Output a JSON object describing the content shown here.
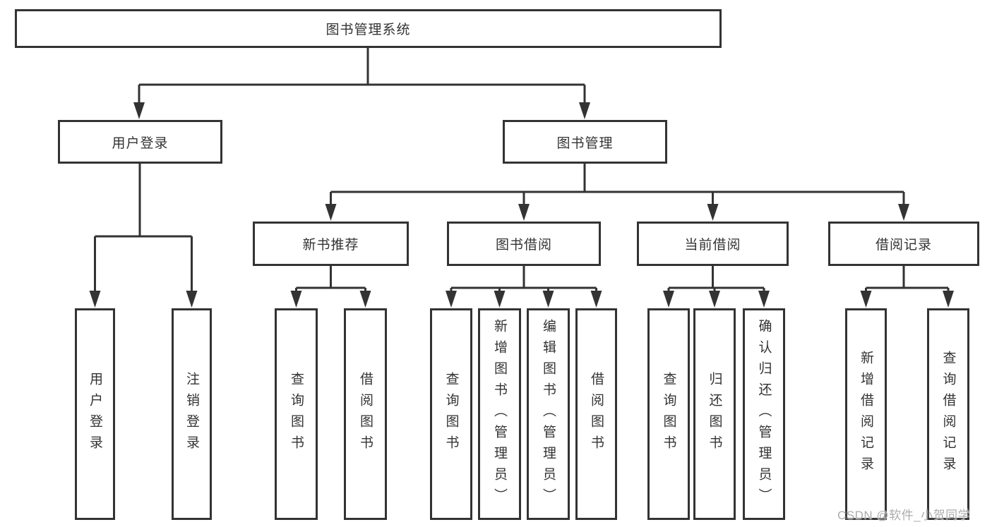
{
  "tree": {
    "root": {
      "label": "图书管理系统",
      "children": [
        {
          "label": "用户登录",
          "children": [
            {
              "label": "用户登录"
            },
            {
              "label": "注销登录"
            }
          ]
        },
        {
          "label": "图书管理",
          "children": [
            {
              "label": "新书推荐",
              "children": [
                {
                  "label": "查询图书"
                },
                {
                  "label": "借阅图书"
                }
              ]
            },
            {
              "label": "图书借阅",
              "children": [
                {
                  "label": "查询图书"
                },
                {
                  "label": "新增图书（管理员）"
                },
                {
                  "label": "编辑图书（管理员）"
                },
                {
                  "label": "借阅图书"
                }
              ]
            },
            {
              "label": "当前借阅",
              "children": [
                {
                  "label": "查询图书"
                },
                {
                  "label": "归还图书"
                },
                {
                  "label": "确认归还（管理员）"
                }
              ]
            },
            {
              "label": "借阅记录",
              "children": [
                {
                  "label": "新增借阅记录"
                },
                {
                  "label": "查询借阅记录"
                }
              ]
            }
          ]
        }
      ]
    }
  },
  "colors": {
    "line": "#333333",
    "text": "#333333",
    "watermark": "#aeacac",
    "background": "#ffffff"
  },
  "watermark": {
    "text": "CSDN @软件_小贺同学"
  }
}
